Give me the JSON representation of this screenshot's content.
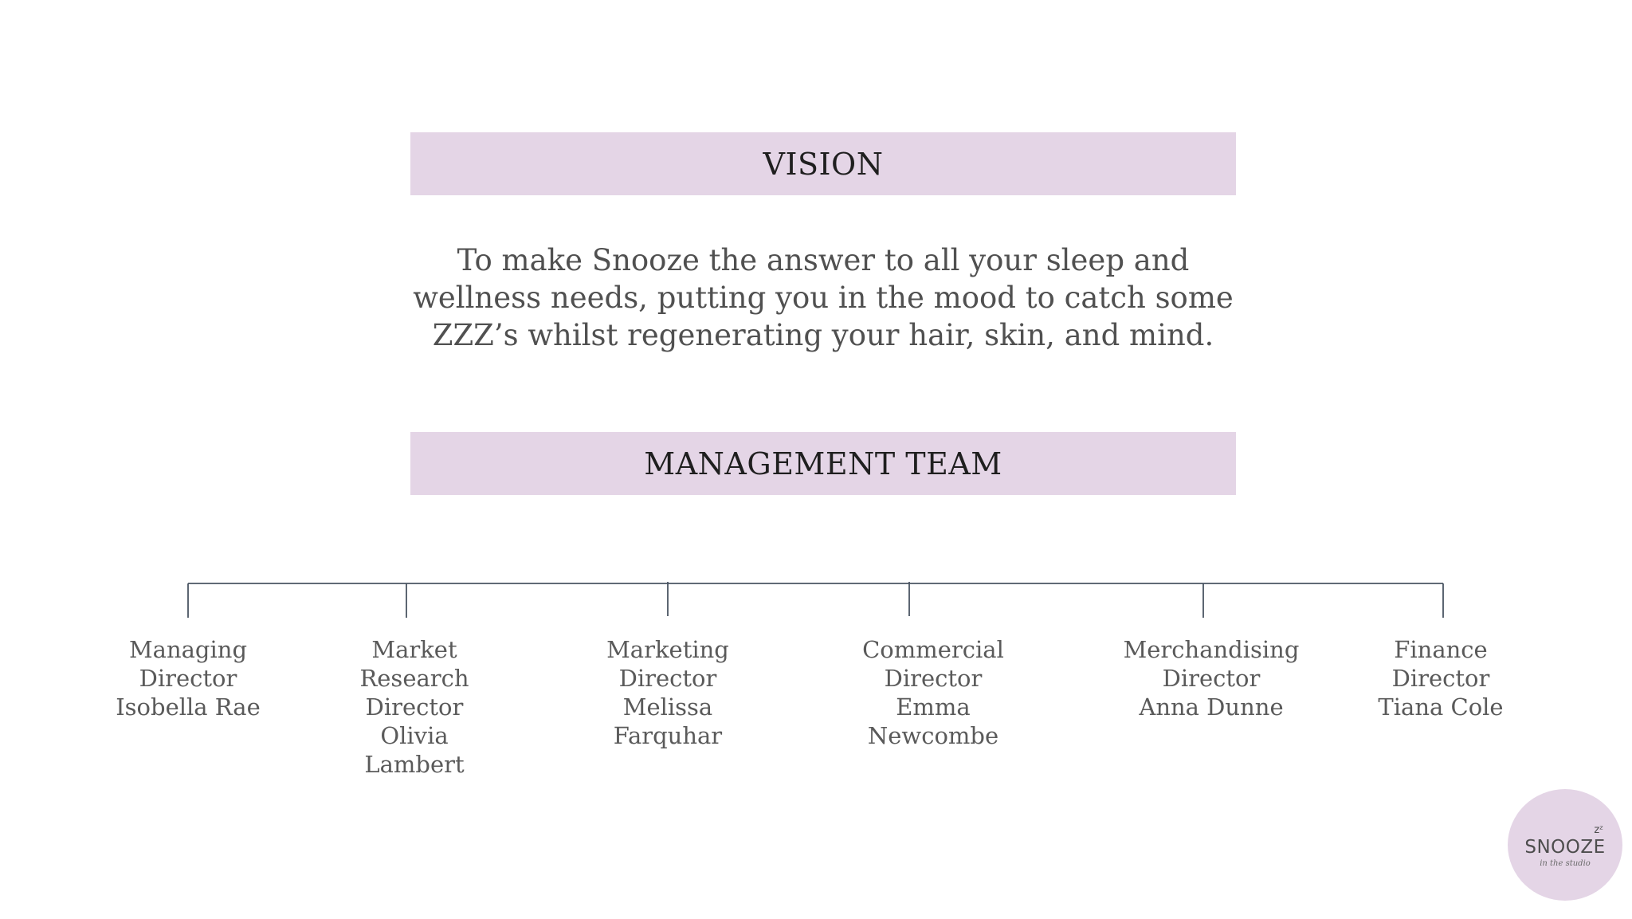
{
  "vision": {
    "heading": "VISION",
    "lines": [
      "To make Snooze the answer to all your sleep and",
      "wellness needs, putting you in the mood to catch some",
      "ZZZ’s whilst regenerating your hair, skin, and mind."
    ]
  },
  "team": {
    "heading": "MANAGEMENT TEAM",
    "members": [
      {
        "lines": [
          "Managing",
          "Director",
          "Isobella Rae"
        ]
      },
      {
        "lines": [
          "Market",
          "Research",
          "Director",
          "Olivia",
          "Lambert"
        ]
      },
      {
        "lines": [
          "Marketing",
          "Director",
          "Melissa",
          "Farquhar"
        ]
      },
      {
        "lines": [
          "Commercial",
          "Director",
          "Emma",
          "Newcombe"
        ]
      },
      {
        "lines": [
          "Merchandising",
          "Director",
          "Anna Dunne"
        ]
      },
      {
        "lines": [
          "Finance",
          "Director",
          "Tiana Cole"
        ]
      }
    ]
  },
  "logo": {
    "name": "SNOOZE",
    "z_mark": "zᶻ",
    "tagline": "in the studio"
  },
  "colors": {
    "banner": "#e4d5e6",
    "line": "#4a5563",
    "logo_circle": "#e4d5e6"
  }
}
